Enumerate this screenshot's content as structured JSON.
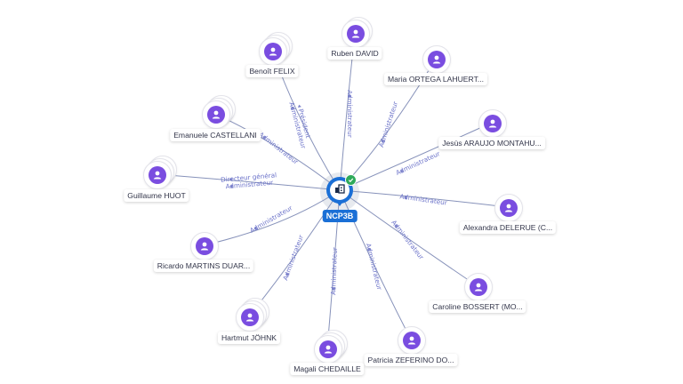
{
  "company": {
    "name": "NCP3B",
    "icon": "building-icon",
    "status_icon": "check-icon",
    "accent": "#1a6fd6",
    "status_color": "#2eaa5a"
  },
  "person_color": "#7a4de0",
  "people": [
    {
      "id": "benoit-felix",
      "name": "Benoît FELIX",
      "stack": 3,
      "roles": [
        "Président",
        "Administrateur"
      ]
    },
    {
      "id": "ruben-david",
      "name": "Ruben DAVID",
      "stack": 2,
      "roles": [
        "Administrateur"
      ]
    },
    {
      "id": "maria-ortega",
      "name": "Maria ORTEGA LAHUERT...",
      "stack": 1,
      "roles": [
        "Administrateur"
      ]
    },
    {
      "id": "emanuele-castellani",
      "name": "Emanuele CASTELLANI",
      "stack": 3,
      "roles": [
        "Administrateur"
      ]
    },
    {
      "id": "jesus-araujo",
      "name": "Jesùs ARAUJO MONTAHU...",
      "stack": 1,
      "roles": [
        "Administrateur"
      ]
    },
    {
      "id": "guillaume-huot",
      "name": "Guillaume HUOT",
      "stack": 3,
      "roles": [
        "Directeur général",
        "Administrateur"
      ]
    },
    {
      "id": "alexandra-delerue",
      "name": "Alexandra DELERUE (C...",
      "stack": 1,
      "roles": [
        "Administrateur"
      ]
    },
    {
      "id": "ricardo-martins",
      "name": "Ricardo MARTINS DUAR...",
      "stack": 1,
      "roles": [
        "Administrateur"
      ]
    },
    {
      "id": "caroline-bossert",
      "name": "Caroline BOSSERT (MO...",
      "stack": 1,
      "roles": [
        "Administrateur"
      ]
    },
    {
      "id": "hartmut-johnk",
      "name": "Hartmut JÖHNK",
      "stack": 3,
      "roles": [
        "Administrateur"
      ]
    },
    {
      "id": "patricia-zeferino",
      "name": "Patricia ZEFERINO DO...",
      "stack": 1,
      "roles": [
        "Administrateur"
      ]
    },
    {
      "id": "magali-chedaille",
      "name": "Magali CHEDAILLE",
      "stack": 3,
      "roles": [
        "Administrateur"
      ]
    }
  ]
}
